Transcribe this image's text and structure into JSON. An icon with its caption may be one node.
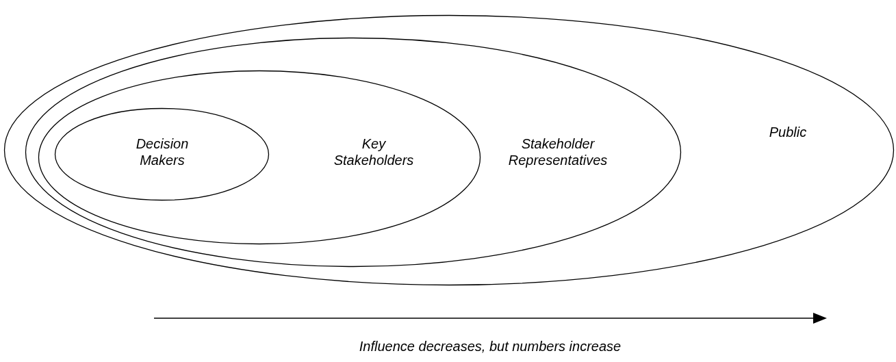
{
  "diagram": {
    "nodes": [
      {
        "text": [
          "Public"
        ]
      },
      {
        "text": [
          "Stakeholder Representatives"
        ],
        "in": 0
      },
      {
        "text": [
          "Key Stakeholders"
        ],
        "in": 1
      },
      {
        "text": [
          "Decision Makers"
        ],
        "in": 2
      }
    ],
    "labels": [
      "Influence decreases, but numbers increase"
    ]
  }
}
